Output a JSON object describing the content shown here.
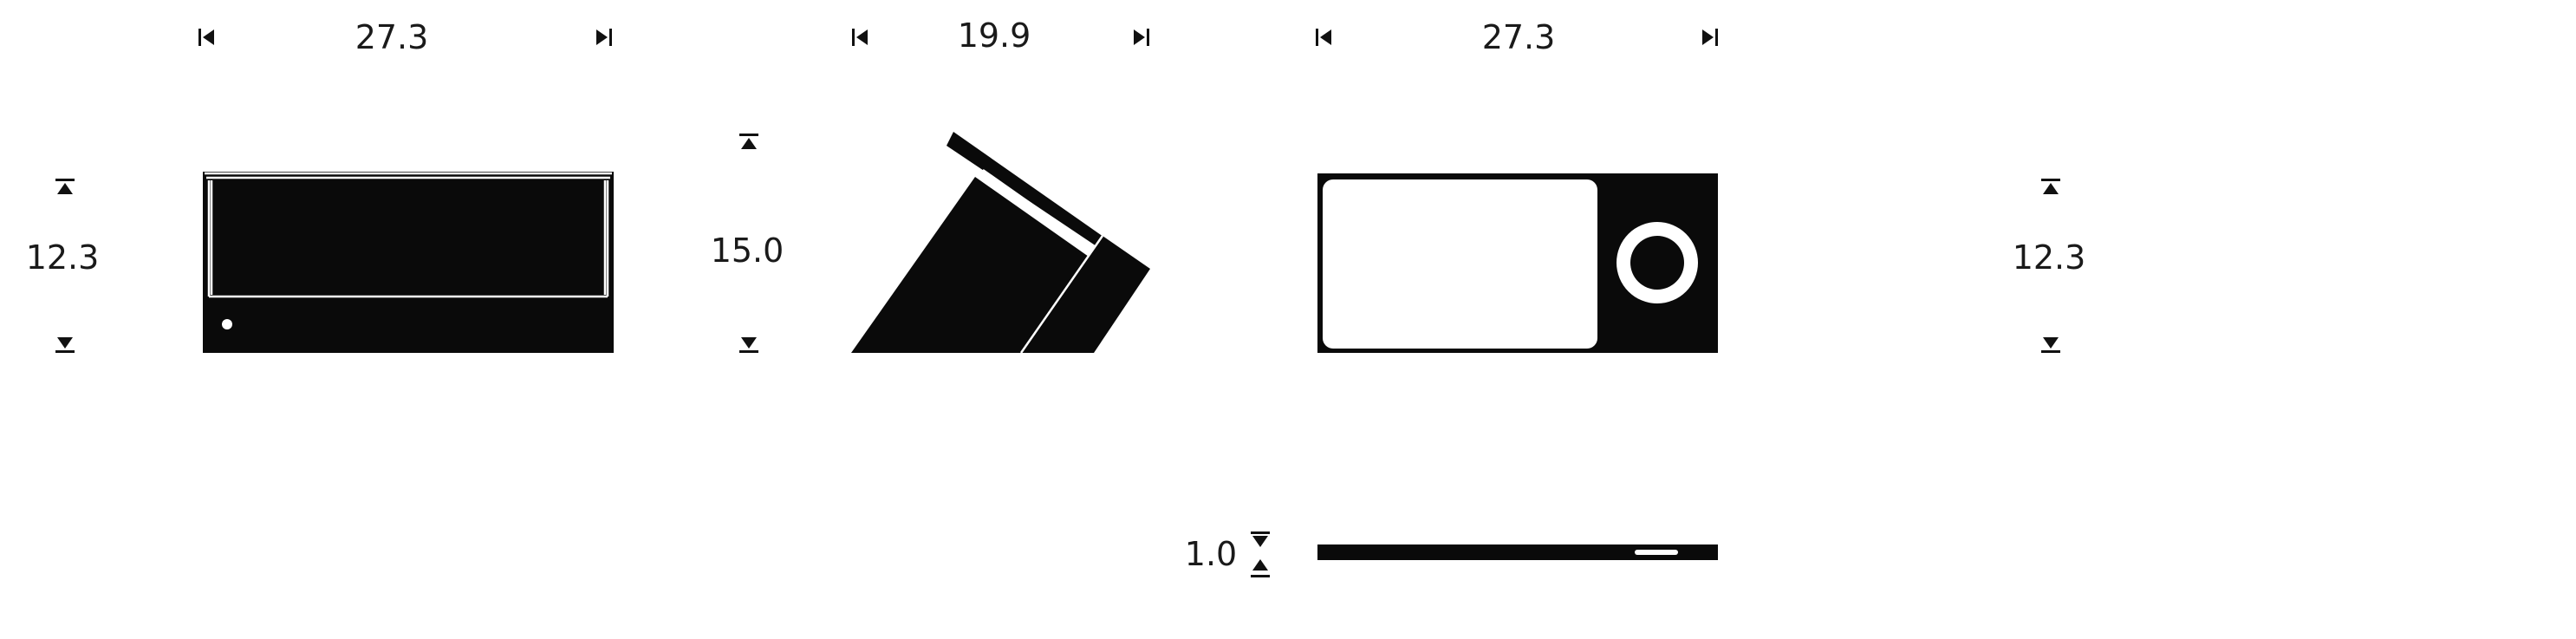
{
  "dimensions": {
    "front_width": "27.3",
    "front_height": "12.3",
    "side_depth": "19.9",
    "side_height": "15.0",
    "back_width": "27.3",
    "back_height": "12.3",
    "bottom_thickness": "1.0"
  },
  "colors": {
    "ink": "#0a0a0a",
    "paper": "#ffffff",
    "highlight": "#ffffff"
  }
}
